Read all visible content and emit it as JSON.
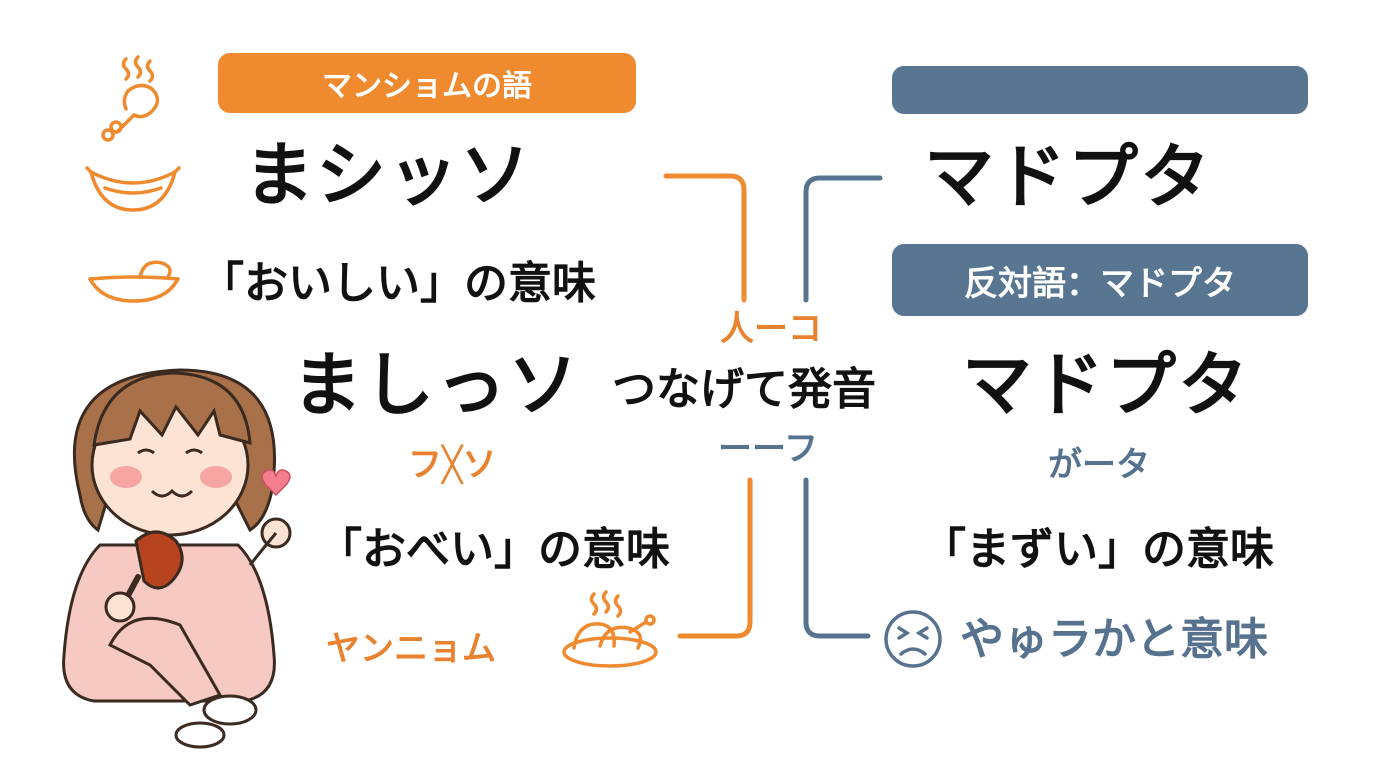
{
  "colors": {
    "accent_orange": "#ef8a2f",
    "accent_slate": "#587592",
    "text": "#111111"
  },
  "left": {
    "badge": "マンショムの語",
    "word": "まシッソ",
    "meaning": "「おいしい」の意味",
    "connected": "ましっソ",
    "join_note": "つなげて発音",
    "cross_marks": "フ╳ソ",
    "meaning2": "「おべい」の意味",
    "food_label": "ヤンニョム"
  },
  "center": {
    "upper_label": "人ーコ",
    "lower_label": "ーーフ"
  },
  "right": {
    "badge_top": "",
    "word": "マドプタ",
    "badge_antonym": "反対語：マドプタ",
    "word2": "マドプタ",
    "sub_marks": "がータ",
    "meaning": "「まずい」の意味",
    "meaning2": "やゅラかと意味"
  },
  "icons": [
    "chicken-leg-icon",
    "smile-mouth-icon",
    "tongue-lick-icon",
    "chicken-plate-icon",
    "frown-face-icon",
    "girl-eating-chicken-illustration"
  ]
}
